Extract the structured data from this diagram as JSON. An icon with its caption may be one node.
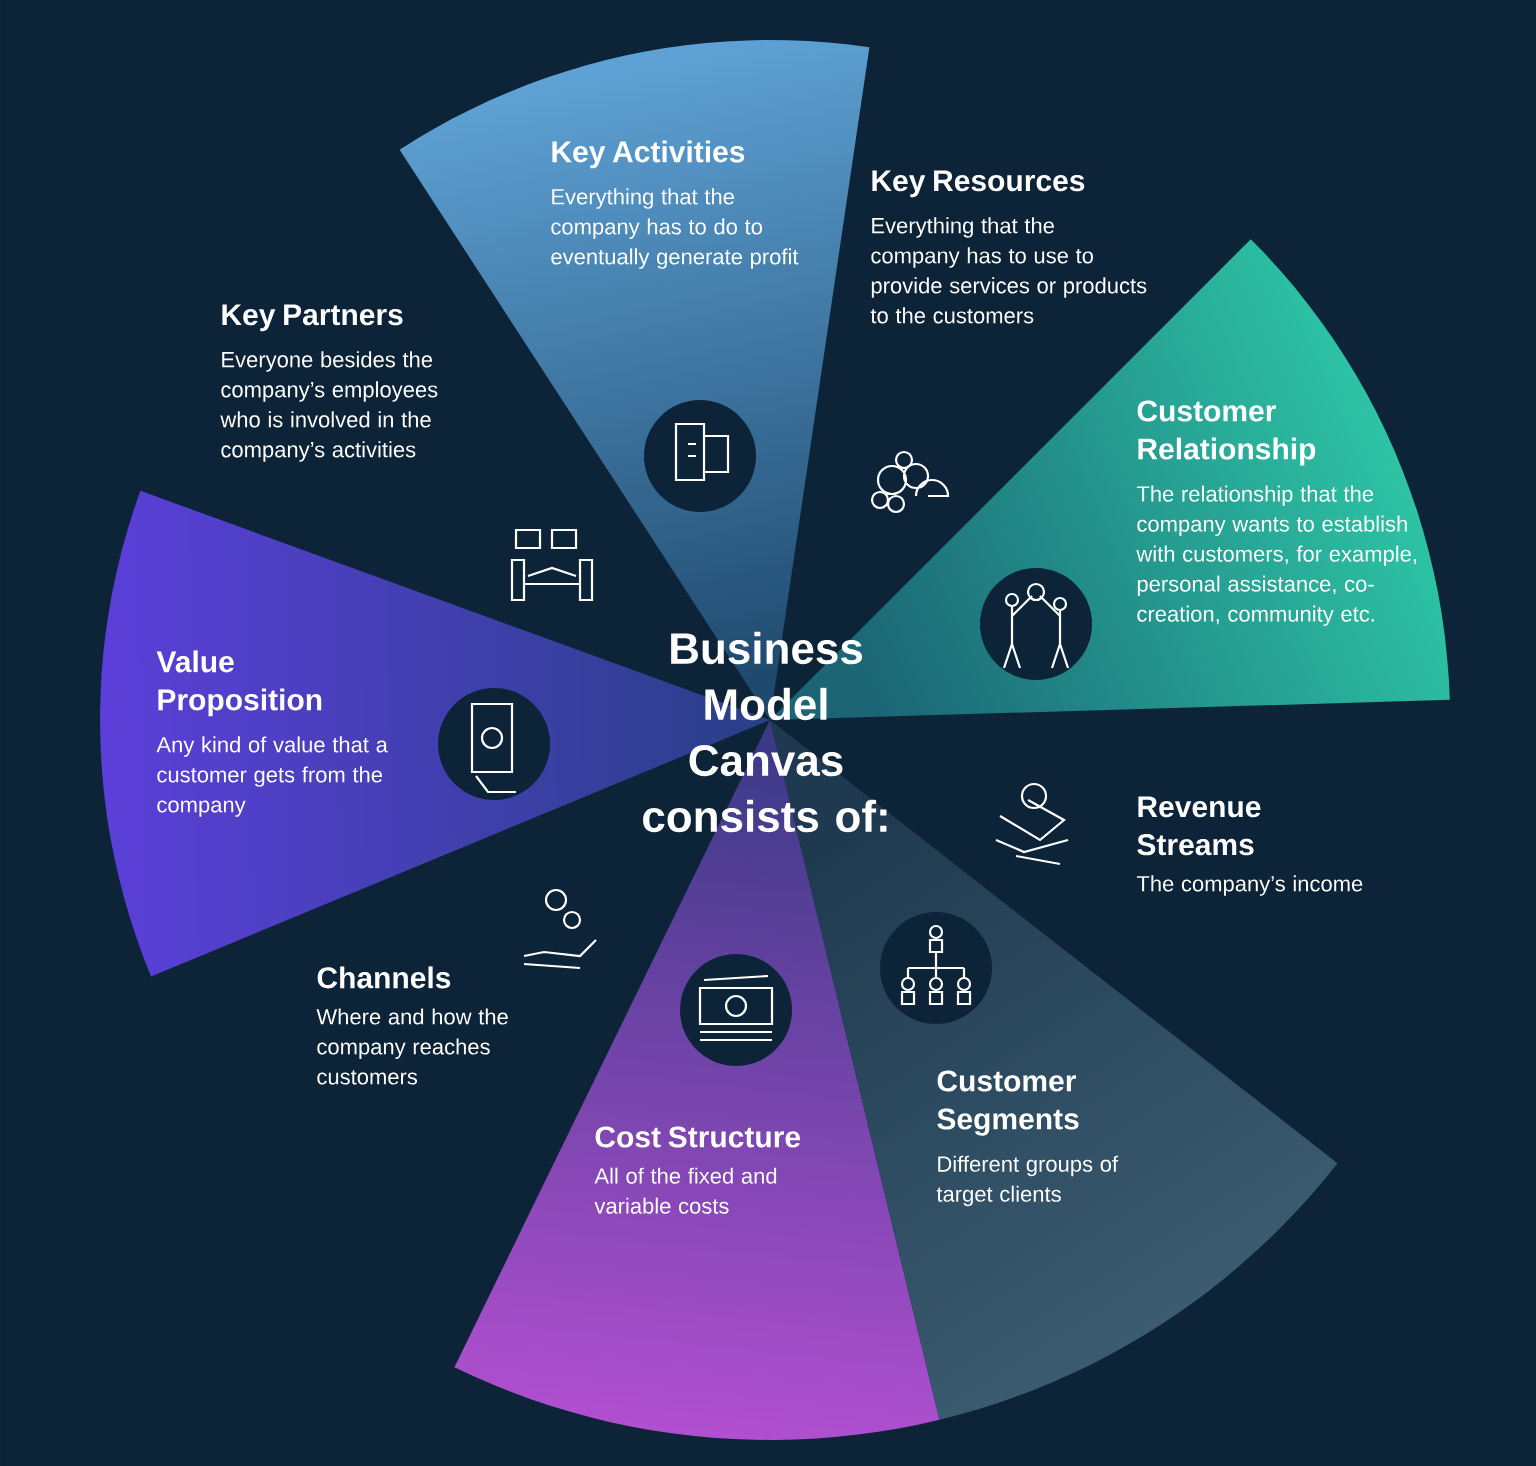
{
  "diagram": {
    "title": "Business Model Canvas consists of:",
    "nodes": [
      {
        "text": [
          "Key Partners",
          "Everyone besides the company’s employees who is involved in the company’s activities"
        ]
      },
      {
        "text": [
          "Key Activities",
          "Everything that the company has to do to eventually generate profit"
        ]
      },
      {
        "text": [
          "Key Resources",
          "Everything that the company has to use to provide services or products to the customers"
        ]
      },
      {
        "text": [
          "Customer Relationship",
          "The relationship that the company wants to establish with customers, for example, personal assistance, co-creation, community etc."
        ]
      },
      {
        "text": [
          "Value Proposition",
          "Any kind of value that a customer gets from the company"
        ]
      },
      {
        "text": [
          "Revenue Streams",
          "The company’s income"
        ]
      },
      {
        "text": [
          "Channels",
          "Where and how the company reaches customers"
        ]
      },
      {
        "text": [
          "Cost Structure",
          "All of the fixed and variable costs"
        ]
      },
      {
        "text": [
          "Customer Segments",
          "Different groups of target clients"
        ]
      }
    ]
  }
}
